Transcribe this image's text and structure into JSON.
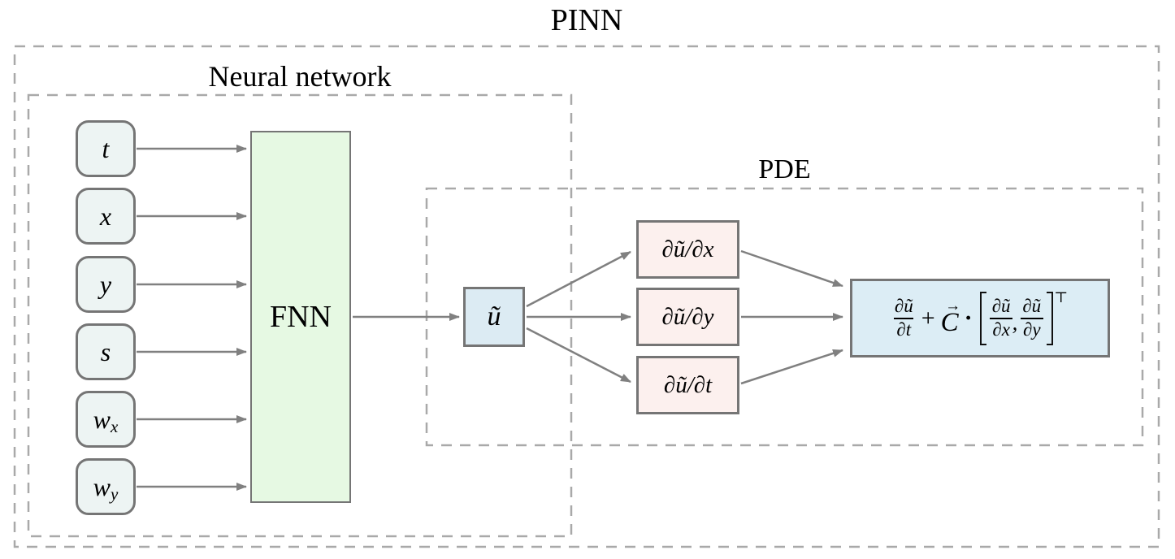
{
  "labels": {
    "pinn": "PINN",
    "neural_network": "Neural network",
    "pde": "PDE",
    "fnn": "FNN",
    "u_output": "ũ"
  },
  "inputs": [
    {
      "base": "t",
      "sub": ""
    },
    {
      "base": "x",
      "sub": ""
    },
    {
      "base": "y",
      "sub": ""
    },
    {
      "base": "s",
      "sub": ""
    },
    {
      "base": "w",
      "sub": "x"
    },
    {
      "base": "w",
      "sub": "y"
    }
  ],
  "derivatives": [
    "∂ũ/∂x",
    "∂ũ/∂y",
    "∂ũ/∂t"
  ],
  "formula": {
    "term1_num": "∂ũ",
    "term1_den": "∂t",
    "plus": "+",
    "vec_base": "C",
    "vec_arrow": "→",
    "dot": "·",
    "term2_num": "∂ũ",
    "term2_den": "∂x",
    "comma": ",",
    "term3_num": "∂ũ",
    "term3_den": "∂y",
    "transpose": "⊤"
  },
  "colors": {
    "input_fill": "#edf4f3",
    "fnn_fill": "#e6f9e3",
    "u_fill": "#dcebf3",
    "derivative_fill": "#fcf0ee",
    "formula_fill": "#dcedf5",
    "solid_border": "#757575",
    "dashed_border": "#a9a9a9",
    "arrow": "#808080",
    "text": "#000000"
  }
}
